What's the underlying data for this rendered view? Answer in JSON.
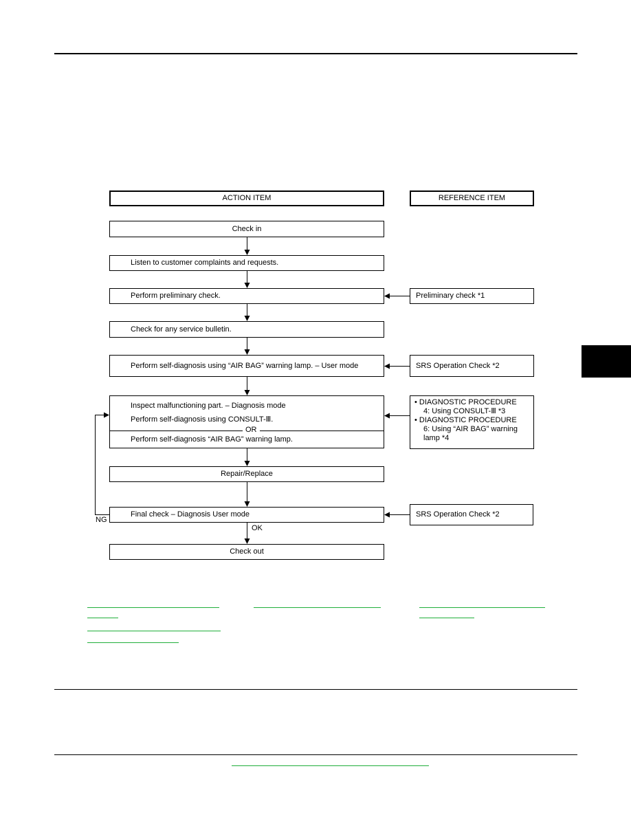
{
  "headers": {
    "action": "ACTION ITEM",
    "reference": "REFERENCE ITEM"
  },
  "steps": {
    "check_in": "Check in",
    "listen": "Listen to customer complaints and requests.",
    "preliminary": "Perform preliminary check.",
    "bulletin": "Check for any service bulletin.",
    "self_diag_user": "Perform self-diagnosis using “AIR BAG” warning lamp. – User mode",
    "inspect": {
      "line1": "Inspect malfunctioning part. – Diagnosis mode",
      "line2": "Perform self-diagnosis using CONSULT-Ⅲ.",
      "or": "OR",
      "line3": "Perform self-diagnosis “AIR BAG” warning lamp."
    },
    "repair": "Repair/Replace",
    "final_check": "Final check – Diagnosis User mode",
    "check_out": "Check out"
  },
  "references": {
    "preliminary": "Preliminary check *1",
    "srs_check_1": "SRS Operation Check *2",
    "diagnostic": {
      "l1": "• DIAGNOSTIC PROCEDURE",
      "l2": "4: Using CONSULT-Ⅲ *3",
      "l3": "• DIAGNOSTIC PROCEDURE",
      "l4": "6: Using “AIR BAG” warning",
      "l5": "lamp *4"
    },
    "srs_check_2": "SRS Operation Check *2"
  },
  "labels": {
    "ng": "NG",
    "ok": "OK"
  },
  "colors": {
    "link": "#1fae3a",
    "tab_block": "#000000"
  }
}
